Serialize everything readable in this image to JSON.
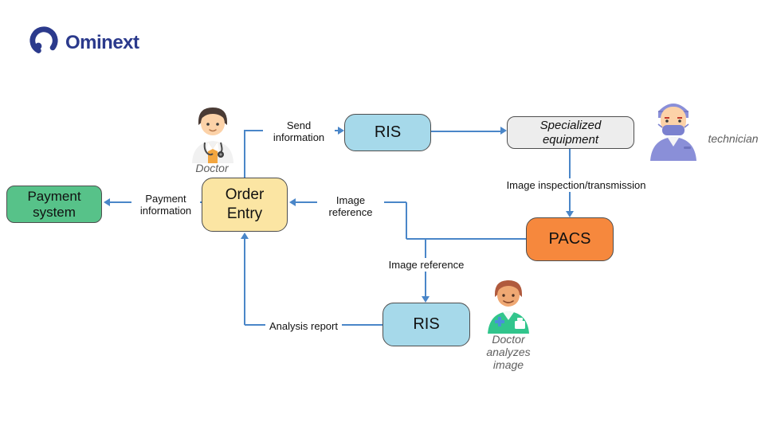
{
  "logo": {
    "brand": "Ominext",
    "color": "#2b3a8c",
    "icon": "ominext-ring-dot"
  },
  "colors": {
    "connector": "#4a86c8",
    "node_border": "#4e4e4e",
    "payment_fill": "#57c289",
    "order_fill": "#fbe5a3",
    "ris_fill": "#a6d9ea",
    "equipment_fill": "#ededed",
    "pacs_fill": "#f6883d"
  },
  "nodes": {
    "payment_system": {
      "label": "Payment system",
      "fill": "#57c289"
    },
    "order_entry": {
      "label": "Order Entry",
      "fill": "#fbe5a3"
    },
    "ris_top": {
      "label": "RIS",
      "fill": "#a6d9ea"
    },
    "specialized_equipment": {
      "label": "Specialized equipment",
      "fill": "#ededed"
    },
    "pacs": {
      "label": "PACS",
      "fill": "#f6883d"
    },
    "ris_bottom": {
      "label": "RIS",
      "fill": "#a6d9ea"
    }
  },
  "actors": {
    "doctor_top": {
      "label": "Doctor",
      "icon": "doctor-avatar"
    },
    "technician": {
      "label": "technician",
      "icon": "technician-avatar"
    },
    "doctor_bottom": {
      "label": "Doctor analyzes image",
      "icon": "doctor-green-avatar"
    }
  },
  "edge_labels": {
    "send_information": "Send information",
    "image_inspection": "Image inspection/transmission",
    "image_reference_upper": "Image reference",
    "image_reference_lower": "Image reference",
    "analysis_report": "Analysis report",
    "payment_information": "Payment information"
  }
}
